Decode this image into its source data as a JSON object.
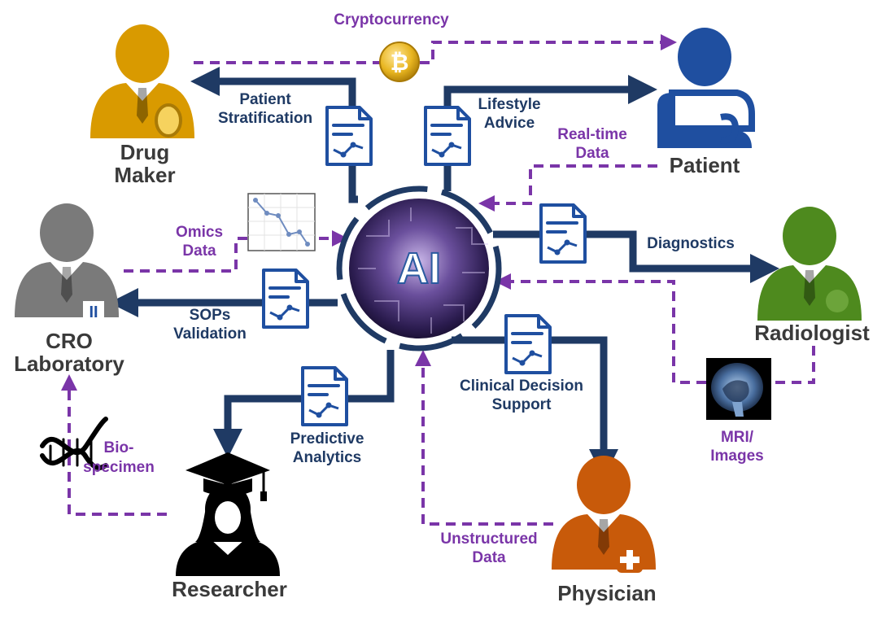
{
  "center": {
    "label": "AI"
  },
  "actors": {
    "drug_maker": {
      "line1": "Drug",
      "line2": "Maker"
    },
    "patient": {
      "line1": "Patient"
    },
    "cro": {
      "line1": "CRO",
      "line2": "Laboratory",
      "badge": "II"
    },
    "radiologist": {
      "line1": "Radiologist"
    },
    "researcher": {
      "line1": "Researcher"
    },
    "physician": {
      "line1": "Physician"
    }
  },
  "outputs": {
    "patient_stratification": {
      "line1": "Patient",
      "line2": "Stratification"
    },
    "lifestyle_advice": {
      "line1": "Lifestyle",
      "line2": "Advice"
    },
    "diagnostics": {
      "line1": "Diagnostics"
    },
    "sops_validation": {
      "line1": "SOPs",
      "line2": "Validation"
    },
    "predictive_analytics": {
      "line1": "Predictive",
      "line2": "Analytics"
    },
    "clinical_decision_support": {
      "line1": "Clinical Decision",
      "line2": "Support"
    }
  },
  "inputs": {
    "cryptocurrency": {
      "line1": "Cryptocurrency"
    },
    "realtime_data": {
      "line1": "Real-time",
      "line2": "Data"
    },
    "omics_data": {
      "line1": "Omics",
      "line2": "Data"
    },
    "mri_images": {
      "line1": "MRI/",
      "line2": "Images"
    },
    "biospecimen": {
      "line1": "Bio-",
      "line2": "specimen"
    },
    "unstructured_data": {
      "line1": "Unstructured",
      "line2": "Data"
    }
  },
  "colors": {
    "solid_arrow": "#1f3a64",
    "dashed_arrow": "#7a35a8",
    "drug_maker": "#d99a00",
    "patient": "#1f4fa0",
    "cro": "#7a7a7a",
    "radiologist": "#4e8a1e",
    "researcher": "#000000",
    "physician": "#c85a0a",
    "bitcoin": "#e8b520"
  },
  "icons": {
    "bitcoin": "bitcoin-coin-icon",
    "document": "report-document-icon",
    "omics_chart": "line-chart-thumbnail-icon",
    "mri": "brain-mri-scan-icon",
    "dna": "dna-helix-icon",
    "graduate": "graduation-cap-icon"
  }
}
